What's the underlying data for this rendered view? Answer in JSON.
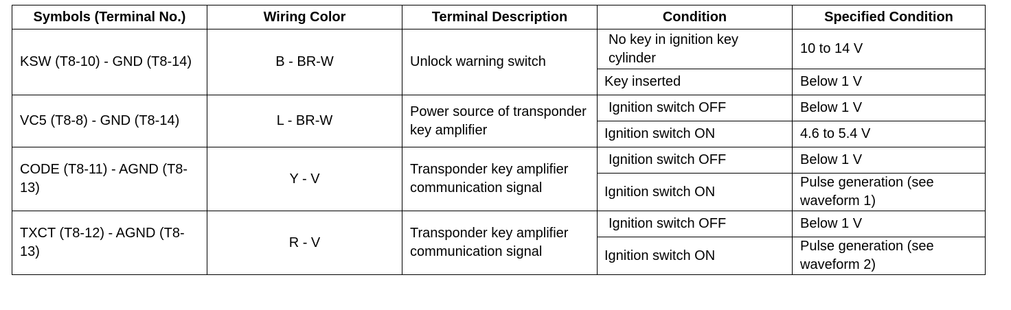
{
  "table": {
    "headers": {
      "symbols": "Symbols (Terminal No.)",
      "wiring": "Wiring Color",
      "description": "Terminal Description",
      "condition": "Condition",
      "specified": "Specified Condition"
    },
    "rows": [
      {
        "symbols": "KSW (T8-10) - GND (T8-14)",
        "wiring": "B - BR-W",
        "description": "Unlock warning switch",
        "conditions": [
          {
            "condition": "No key in ignition key cylinder",
            "specified": "10 to 14 V"
          },
          {
            "condition": "Key inserted",
            "specified": "Below 1 V"
          }
        ]
      },
      {
        "symbols": "VC5 (T8-8) - GND (T8-14)",
        "wiring": "L - BR-W",
        "description": "Power source of transponder key amplifier",
        "conditions": [
          {
            "condition": "Ignition switch OFF",
            "specified": "Below 1 V"
          },
          {
            "condition": "Ignition switch ON",
            "specified": "4.6 to 5.4 V"
          }
        ]
      },
      {
        "symbols": "CODE (T8-11) - AGND (T8-13)",
        "wiring": "Y - V",
        "description": "Transponder key amplifier communication signal",
        "conditions": [
          {
            "condition": "Ignition switch OFF",
            "specified": "Below 1 V"
          },
          {
            "condition": "Ignition switch ON",
            "specified": "Pulse generation (see waveform 1)"
          }
        ]
      },
      {
        "symbols": "TXCT (T8-12) - AGND (T8-13)",
        "wiring": "R - V",
        "description": "Transponder key amplifier communication signal",
        "conditions": [
          {
            "condition": "Ignition switch OFF",
            "specified": "Below 1 V"
          },
          {
            "condition": "Ignition switch ON",
            "specified": "Pulse generation (see waveform 2)"
          }
        ]
      }
    ]
  }
}
